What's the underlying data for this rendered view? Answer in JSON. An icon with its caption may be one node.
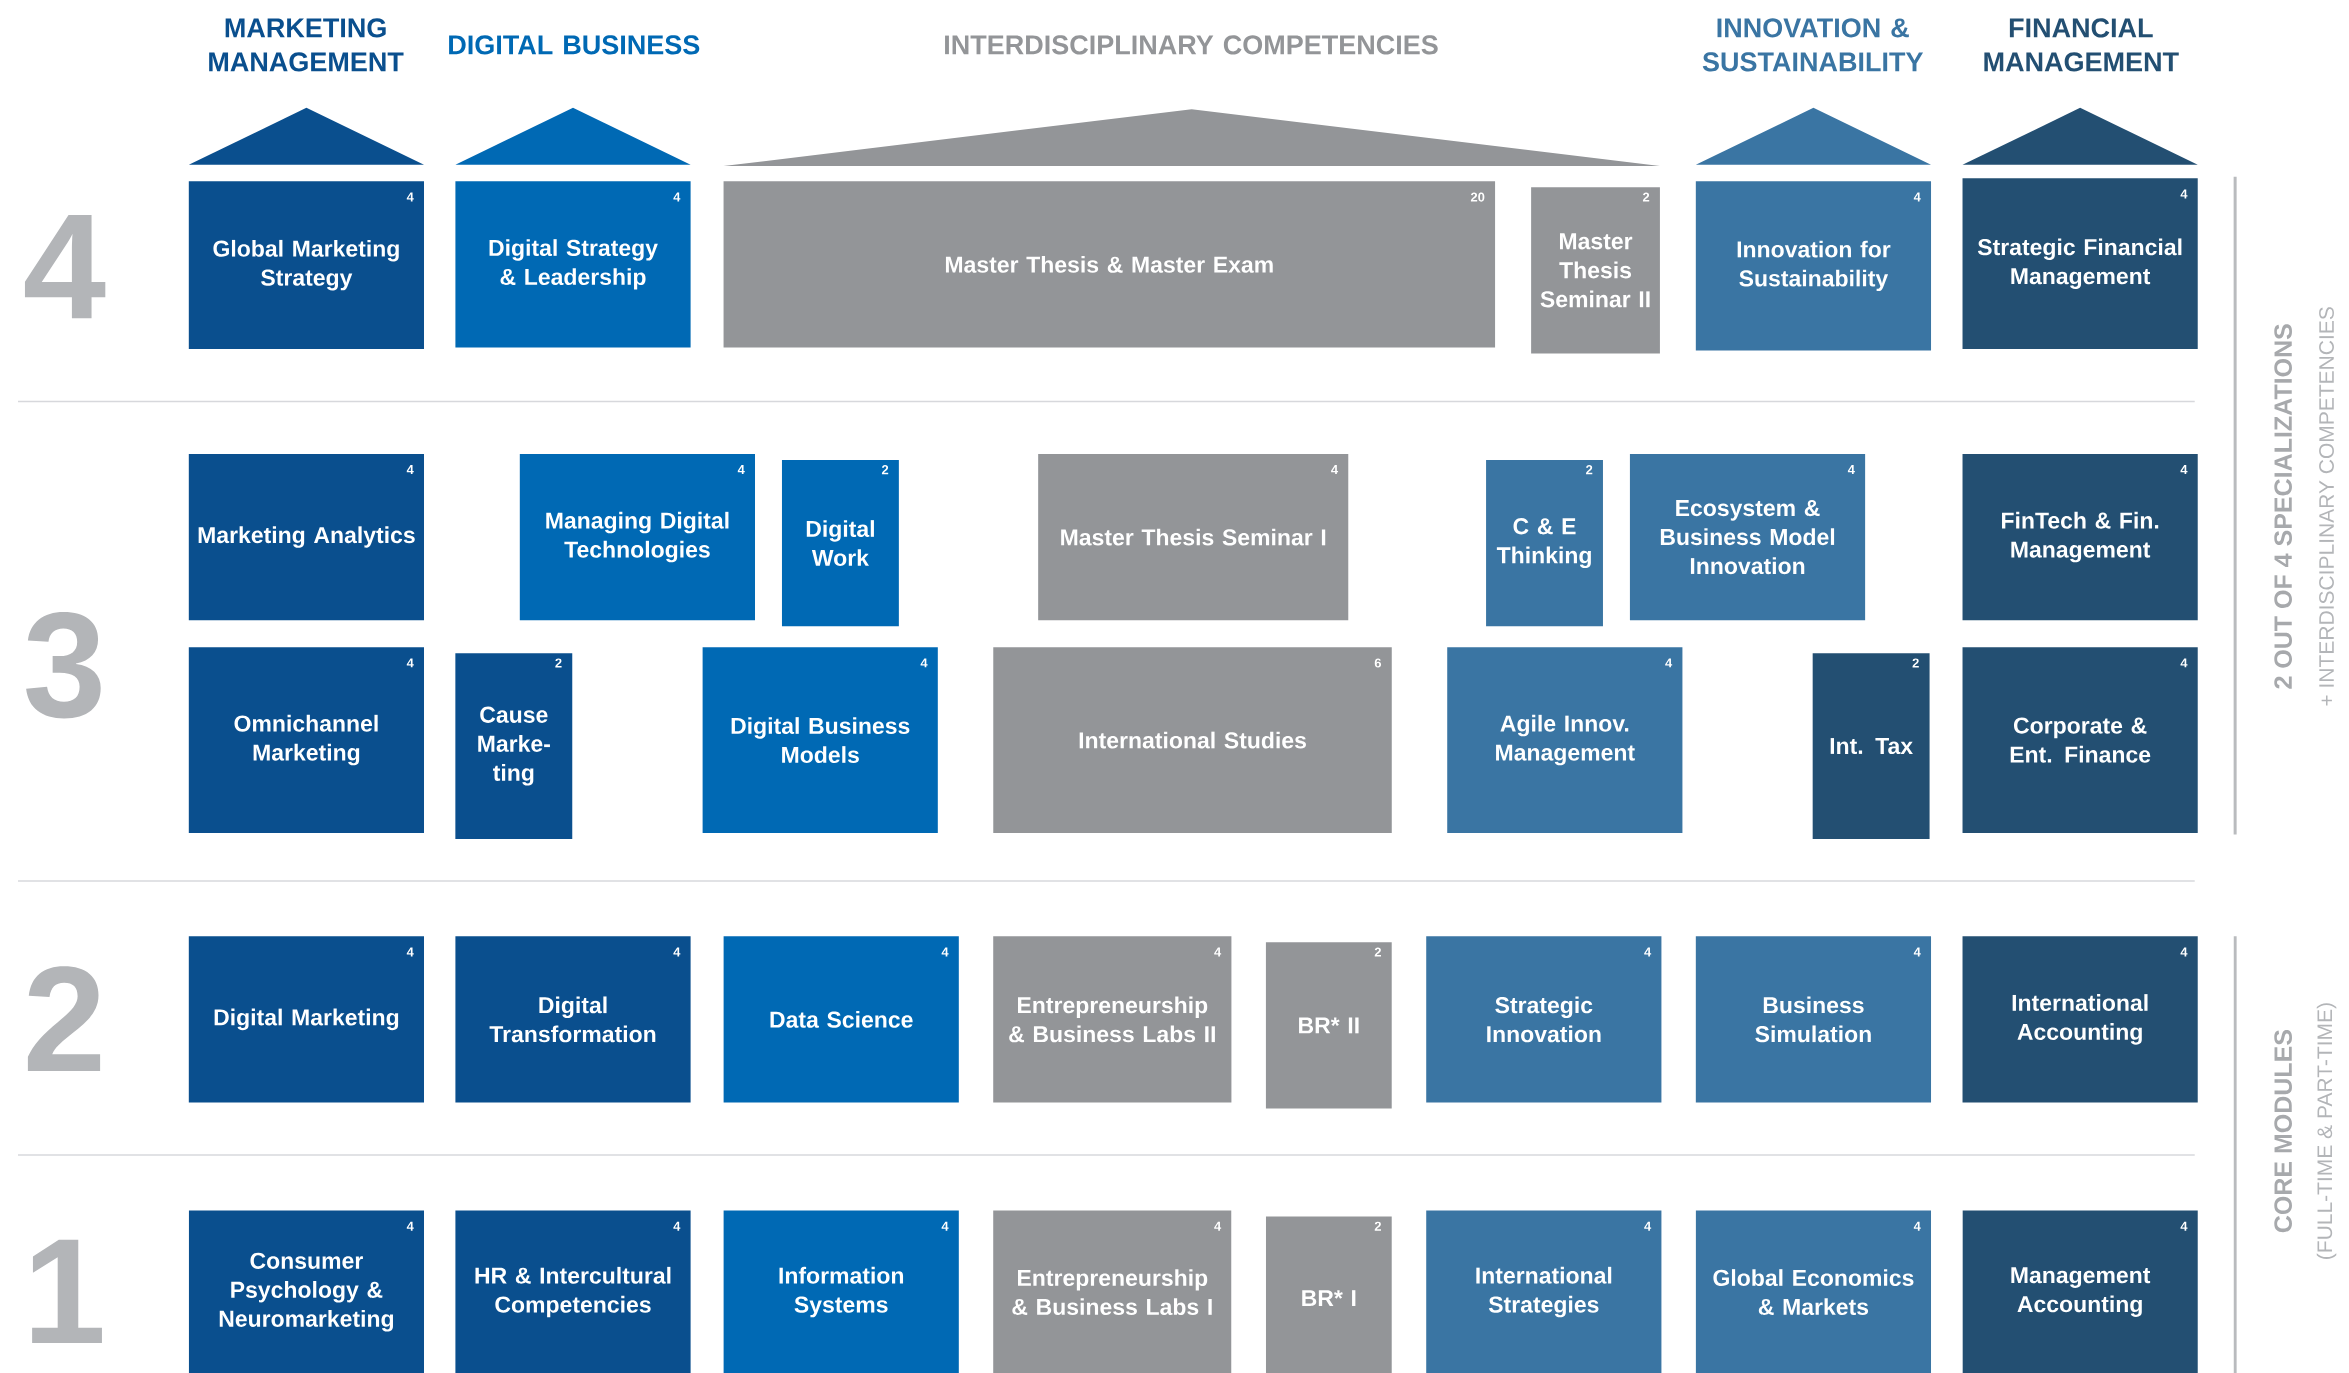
{
  "diagram": {
    "nodes": [
      {
        "text": [
          "4",
          "Global Marketing Strategy"
        ]
      },
      {
        "text": [
          "4",
          "Digital Strategy & Leadership"
        ]
      },
      {
        "text": [
          "20",
          "Master Thesis & Master Exam"
        ]
      },
      {
        "text": [
          "2",
          "Master Thesis Seminar II"
        ]
      },
      {
        "text": [
          "4",
          "Innovation for Sustainability"
        ]
      },
      {
        "text": [
          "4",
          "Strategic Financial Management"
        ]
      },
      {
        "text": [
          "4",
          "Marketing Analytics"
        ]
      },
      {
        "text": [
          "4",
          "Managing Digital Technologies"
        ]
      },
      {
        "text": [
          "2",
          "Digital Work"
        ]
      },
      {
        "text": [
          "4",
          "Master Thesis Seminar I"
        ]
      },
      {
        "text": [
          "2",
          "C & E Thinking"
        ]
      },
      {
        "text": [
          "4",
          "Ecosystem & Business Model Innovation"
        ]
      },
      {
        "text": [
          "4",
          "FinTech & Fin. Management"
        ]
      },
      {
        "text": [
          "4",
          "Omnichannel Marketing"
        ]
      },
      {
        "text": [
          "2",
          "Cause Marke-ting"
        ]
      },
      {
        "text": [
          "4",
          "Digital Business Models"
        ]
      },
      {
        "text": [
          "6",
          "International Studies"
        ]
      },
      {
        "text": [
          "4",
          "Agile Innov. Management"
        ]
      },
      {
        "text": [
          "2",
          "Int. Tax"
        ]
      },
      {
        "text": [
          "4",
          "Corporate & Ent. Finance"
        ]
      },
      {
        "text": [
          "4",
          "Digital Marketing"
        ]
      },
      {
        "text": [
          "4",
          "Digital Transformation"
        ]
      },
      {
        "text": [
          "4",
          "Data Science"
        ]
      },
      {
        "text": [
          "4",
          "Entrepreneurship & Business Labs II"
        ]
      },
      {
        "text": [
          "2",
          "BR* II"
        ]
      },
      {
        "text": [
          "4",
          "Strategic Innovation"
        ]
      },
      {
        "text": [
          "4",
          "Business Simulation"
        ]
      },
      {
        "text": [
          "4",
          "International Accounting"
        ]
      },
      {
        "text": [
          "4",
          "Consumer Psychology & Neuromarketing"
        ]
      },
      {
        "text": [
          "4",
          "HR & Intercultural Competencies"
        ]
      },
      {
        "text": [
          "4",
          "Information Systems"
        ]
      },
      {
        "text": [
          "4",
          "Entrepreneurship & Business Labs I"
        ]
      },
      {
        "text": [
          "2",
          "BR* I"
        ]
      },
      {
        "text": [
          "4",
          "International Strategies"
        ]
      },
      {
        "text": [
          "4",
          "Global Economics & Markets"
        ]
      },
      {
        "text": [
          "4",
          "Management Accounting"
        ]
      },
      {
        "text": [],
        "shape": "triangle"
      },
      {
        "text": [],
        "shape": "triangle"
      },
      {
        "text": [],
        "shape": "triangle"
      },
      {
        "text": [],
        "shape": "triangle"
      },
      {
        "text": [],
        "shape": "triangle"
      }
    ],
    "labels": [
      "MARKETING MANAGEMENT",
      "DIGITAL BUSINESS",
      "INTERDISCIPLINARY COMPETENCIES",
      "INNOVATION & SUSTAINABILITY",
      "FINANCIAL MANAGEMENT",
      "4",
      "2 OUT OF 4 SPECIALIZATIONS",
      "+ INTERDISCIPLINARY COMPETENCIES",
      "3",
      "2",
      "CORE MODULES",
      "(FULL-TIME & PART-TIME)",
      "1"
    ]
  }
}
